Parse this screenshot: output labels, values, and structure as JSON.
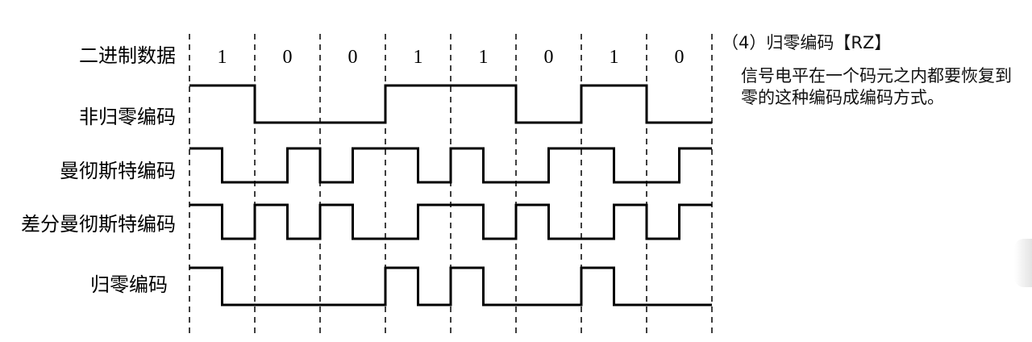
{
  "row_labels": {
    "binary": "二进制数据",
    "nrz": "非归零编码",
    "manchester": "曼彻斯特编码",
    "diff_manchester": "差分曼彻斯特编码",
    "rz": "归零编码"
  },
  "bits": [
    "1",
    "0",
    "0",
    "1",
    "1",
    "0",
    "1",
    "0"
  ],
  "waveforms": {
    "nrz": [
      1,
      0,
      0,
      1,
      1,
      0,
      1,
      0
    ],
    "manchester": [
      [
        1,
        0
      ],
      [
        0,
        1
      ],
      [
        0,
        1
      ],
      [
        1,
        0
      ],
      [
        1,
        0
      ],
      [
        0,
        1
      ],
      [
        1,
        0
      ],
      [
        0,
        1
      ]
    ],
    "diff_manchester": [
      [
        1,
        0
      ],
      [
        1,
        0
      ],
      [
        1,
        0
      ],
      [
        0,
        1
      ],
      [
        1,
        0
      ],
      [
        1,
        0
      ],
      [
        0,
        1
      ],
      [
        0,
        1
      ]
    ],
    "rz": [
      [
        1,
        0
      ],
      [
        0,
        0
      ],
      [
        0,
        0
      ],
      [
        1,
        0
      ],
      [
        1,
        0
      ],
      [
        0,
        0
      ],
      [
        1,
        0
      ],
      [
        0,
        0
      ]
    ]
  },
  "note": {
    "title": "（4）归零编码【RZ】",
    "body": "信号电平在一个码元之内都要恢复到零的这种编码成编码方式。"
  }
}
